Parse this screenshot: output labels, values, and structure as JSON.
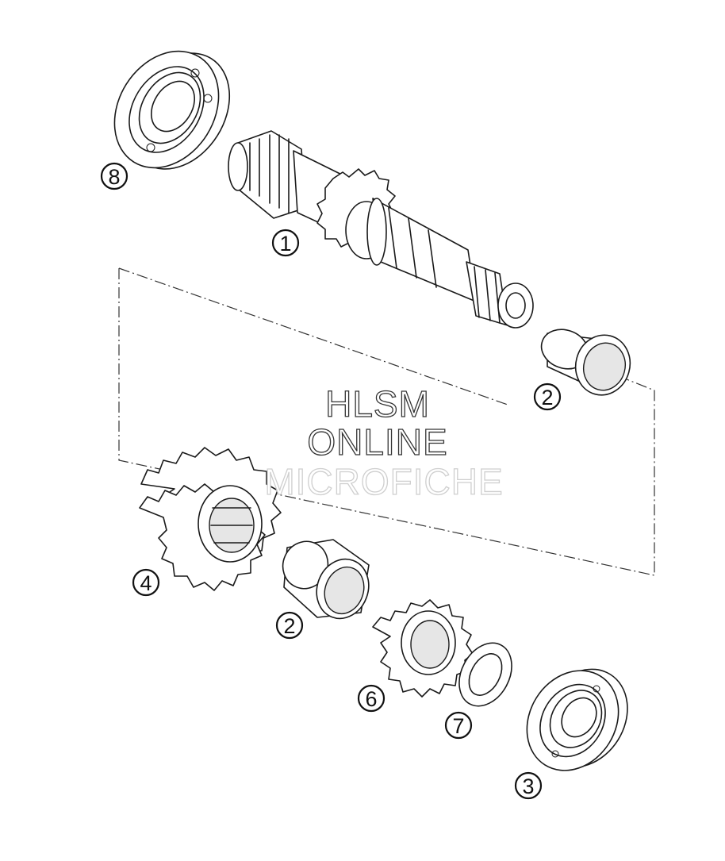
{
  "diagram": {
    "callouts": [
      {
        "id": "c1",
        "label": "1",
        "part": "shaft"
      },
      {
        "id": "c2a",
        "label": "2",
        "part": "needle-bearing-upper"
      },
      {
        "id": "c2b",
        "label": "2",
        "part": "needle-bearing-lower"
      },
      {
        "id": "c3",
        "label": "3",
        "part": "ball-bearing-lower"
      },
      {
        "id": "c4",
        "label": "4",
        "part": "double-gear"
      },
      {
        "id": "c6",
        "label": "6",
        "part": "gear"
      },
      {
        "id": "c7",
        "label": "7",
        "part": "washer"
      },
      {
        "id": "c8",
        "label": "8",
        "part": "ball-bearing-upper"
      }
    ]
  },
  "watermark": {
    "line1": "HLSM",
    "line2": "ONLINE",
    "line3": "MICROFICHE"
  }
}
